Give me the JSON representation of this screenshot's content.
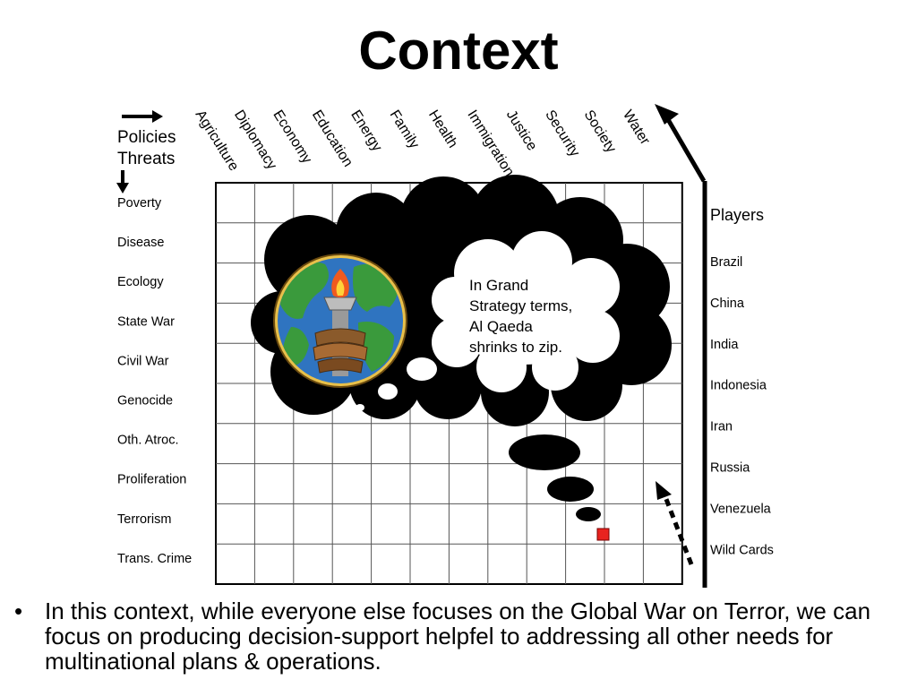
{
  "title": "Context",
  "diagram": {
    "policies_label": "Policies",
    "threats_label": "Threats",
    "players_label": "Players",
    "policies": [
      "Agriculture",
      "Diplomacy",
      "Economy",
      "Education",
      "Energy",
      "Family",
      "Health",
      "Immigration",
      "Justice",
      "Security",
      "Society",
      "Water"
    ],
    "threats": [
      "Poverty",
      "Disease",
      "Ecology",
      "State War",
      "Civil War",
      "Genocide",
      "Oth. Atroc.",
      "Proliferation",
      "Terrorism",
      "Trans. Crime"
    ],
    "players": [
      "Brazil",
      "China",
      "India",
      "Indonesia",
      "Iran",
      "Russia",
      "Venezuela",
      "Wild Cards"
    ],
    "thought_bubble_text": [
      "In Grand",
      "Strategy terms,",
      "Al Qaeda",
      "shrinks to zip."
    ],
    "colors": {
      "cloud": "#000000",
      "marker": "#e8231f",
      "globe_sea": "#2f74c0",
      "globe_land": "#3a9a3c",
      "globe_ring": "#e8c04a"
    },
    "icons": [
      "globe-torch-emblem-icon",
      "arrow-right-icon",
      "arrow-down-icon",
      "arrow-up-right-icon"
    ]
  },
  "bullet": {
    "symbol": "•",
    "text": "In this context, while everyone else focuses on the Global War on Terror, we can focus on producing decision-support helpfel to addressing all other needs for multinational plans & operations."
  }
}
